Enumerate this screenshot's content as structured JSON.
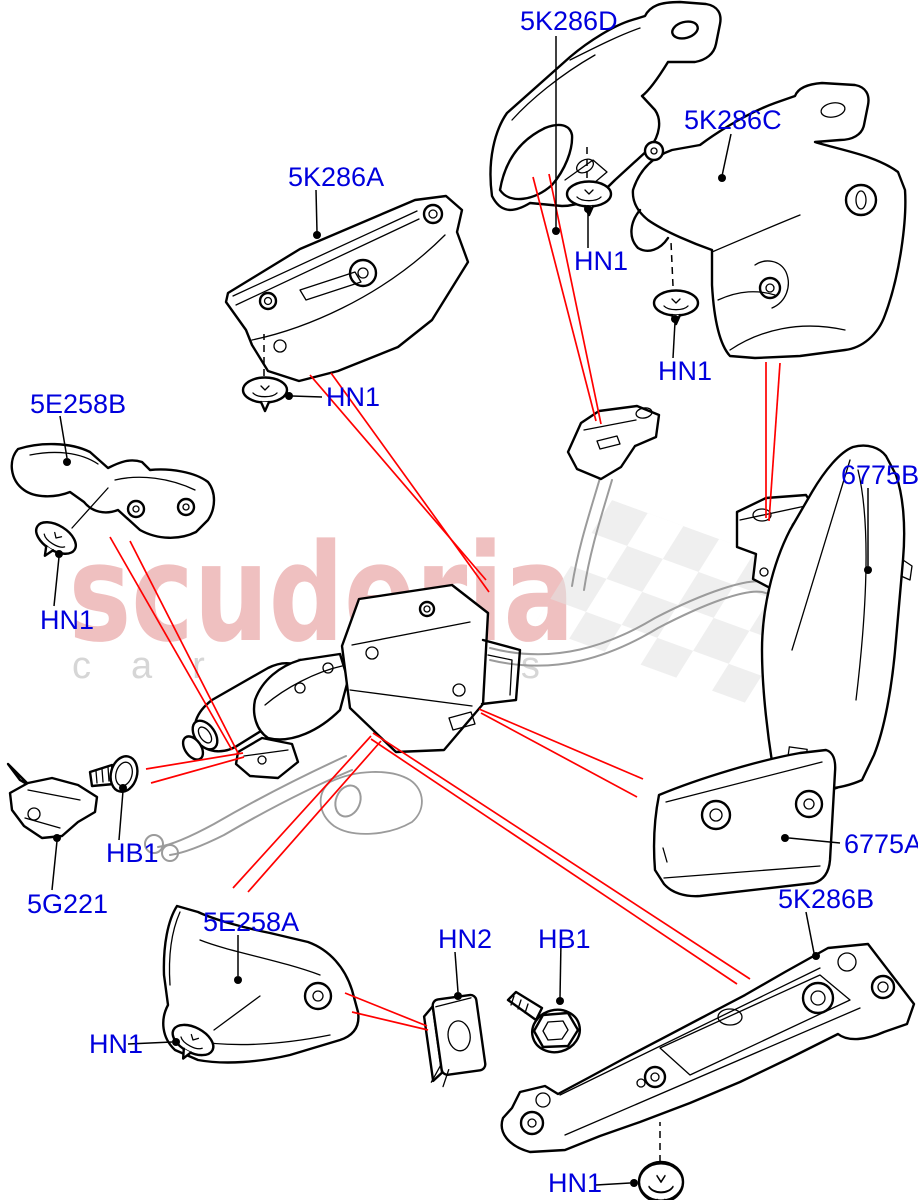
{
  "watermark": {
    "brand": "scuderia",
    "tagline": "car parts"
  },
  "labels": {
    "part_5K286D": "5K286D",
    "part_5K286C": "5K286C",
    "part_5K286A": "5K286A",
    "part_5E258B": "5E258B",
    "part_5E258A": "5E258A",
    "part_6775B": "6775B",
    "part_6775A": "6775A",
    "part_5G221": "5G221",
    "part_5K286B": "5K286B",
    "fastener_HN1": "HN1",
    "fastener_HN2": "HN2",
    "fastener_HB1": "HB1"
  },
  "colors": {
    "label_blue": "#0000DD",
    "leader_red": "#FF0000",
    "line_black": "#000000",
    "pipe_grey": "#9B9B9B",
    "watermark_pink": "rgba(214,98,98,0.40)",
    "tagline_grey": "#D6D6D6",
    "checker_grey": "#E2E2E2",
    "background": "#FFFFFF"
  }
}
